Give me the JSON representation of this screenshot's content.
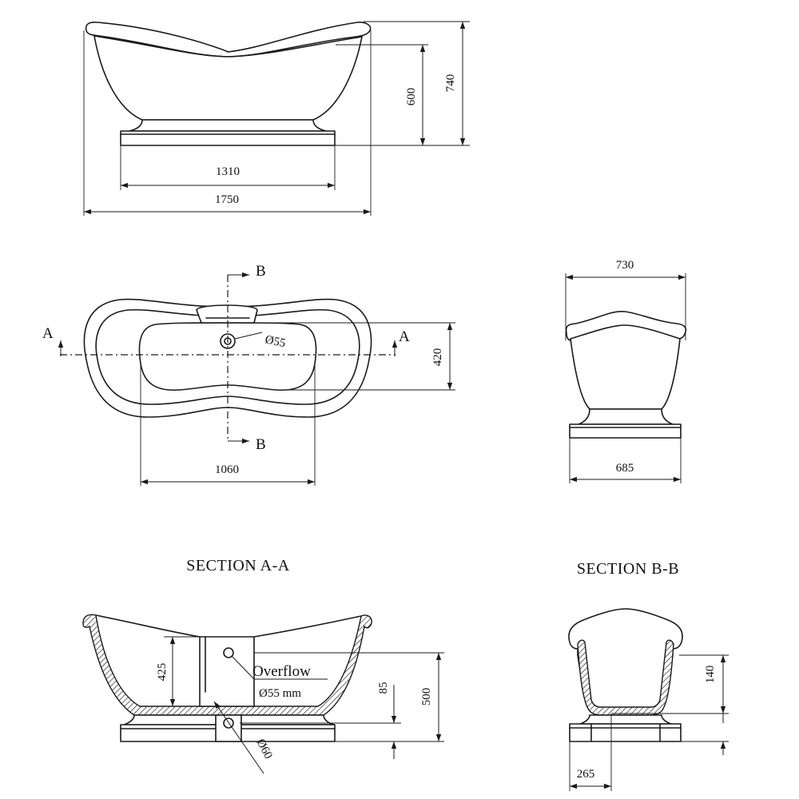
{
  "views": {
    "side": {
      "overall_length": "1750",
      "base_length": "1310",
      "bowl_height": "600",
      "overall_height": "740"
    },
    "plan": {
      "inner_length": "1060",
      "inner_width": "420",
      "waste_diameter": "Ø55",
      "section_a": "A",
      "section_b": "B"
    },
    "end": {
      "overall_width": "730",
      "base_width": "685"
    },
    "section_aa": {
      "title": "SECTION  A-A",
      "depth": "425",
      "overflow_label": "Overflow",
      "overflow_size": "Ø55  mm",
      "waste_height": "85",
      "total_height": "500",
      "waste_diameter": "Ø60"
    },
    "section_bb": {
      "title": "SECTION  B-B",
      "depth": "140",
      "plinth_width": "265"
    }
  }
}
